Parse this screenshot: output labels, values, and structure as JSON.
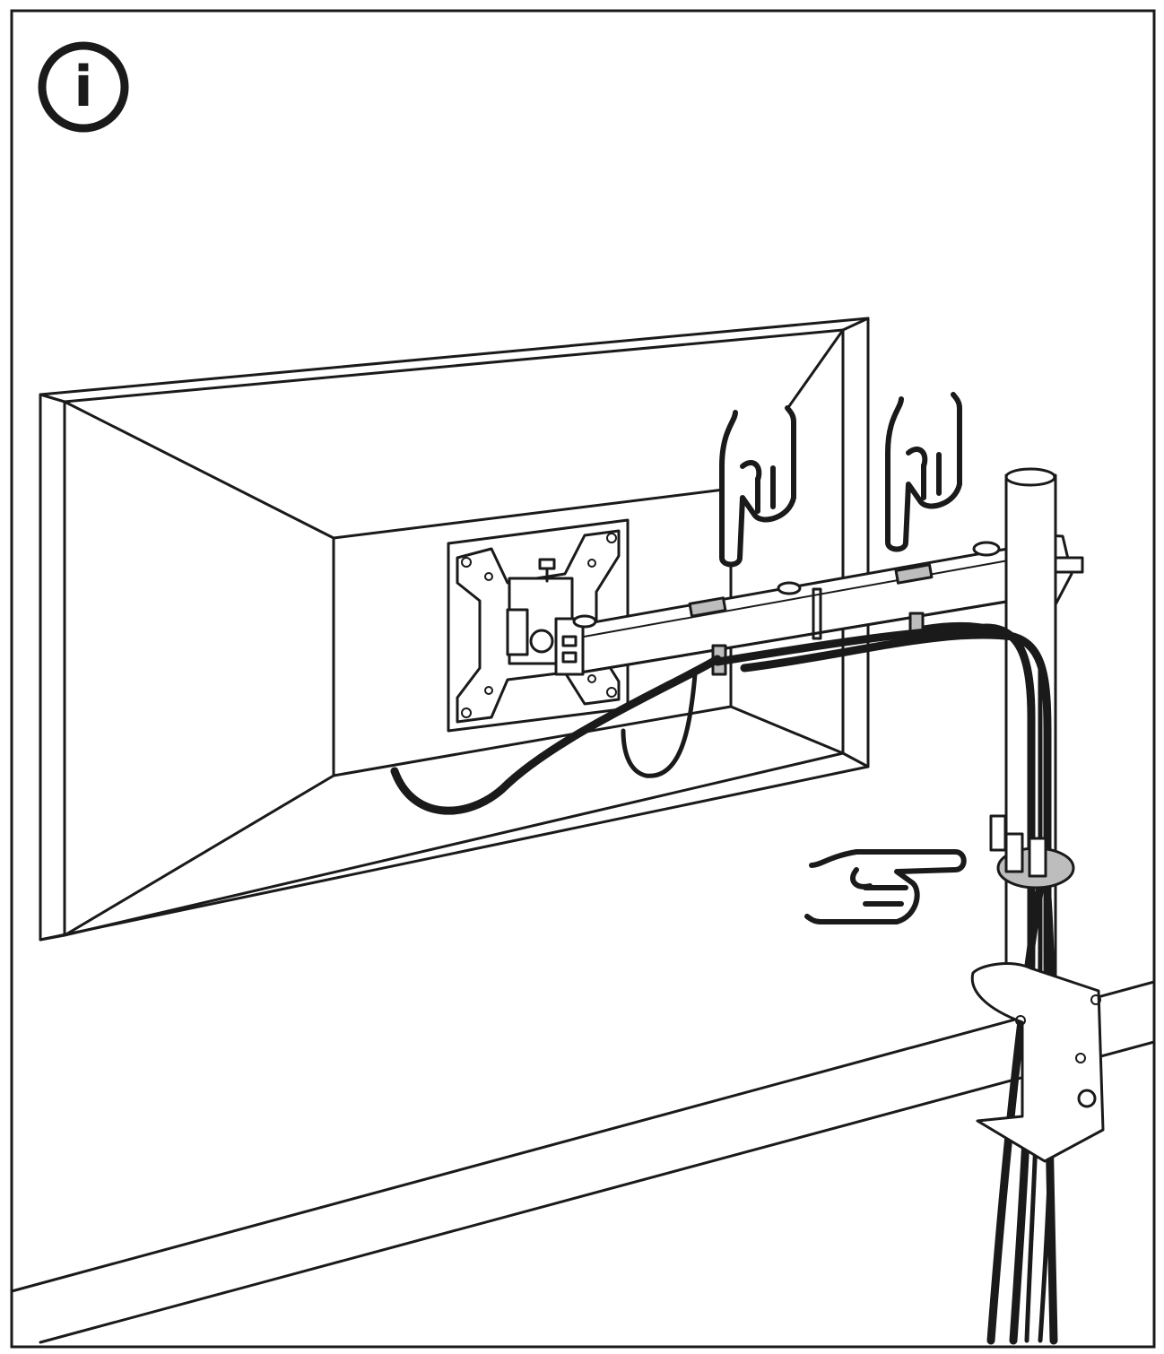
{
  "figure": {
    "info_icon": "info-icon",
    "info_glyph": "i",
    "colors": {
      "line": "#1a1a1a",
      "background": "#ffffff",
      "cable_clip": "#bdbdbd"
    },
    "parts": [
      "monitor",
      "vesa-mounting-plate",
      "monitor-arm",
      "cable-clips",
      "pole",
      "pole-cable-clamp",
      "desk-clamp",
      "cables",
      "desk"
    ],
    "pointing_hands": [
      "pointing-hand-down-icon",
      "pointing-hand-down-icon",
      "pointing-hand-right-icon"
    ]
  }
}
